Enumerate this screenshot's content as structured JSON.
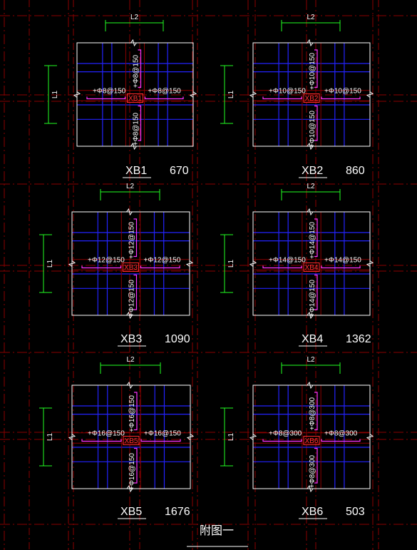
{
  "colors": {
    "background": "#000000",
    "grid_red": "#8b0000",
    "rebar_blue": "#2323ff",
    "outline_white": "#ffffff",
    "dimension_green": "#22ff22",
    "bracket_magenta": "#ff33ff",
    "tag_red": "#ff2a2a"
  },
  "dim_labels": {
    "width": "L2",
    "height": "L1"
  },
  "panels": [
    {
      "id": "XB1",
      "name": "XB1",
      "value": "670",
      "bar_top": "+Φ8@150",
      "bar_bottom": "+Φ8@150",
      "bar_left": "+Φ8@150",
      "bar_right": "+Φ8@150"
    },
    {
      "id": "XB2",
      "name": "XB2",
      "value": "860",
      "bar_top": "+Φ10@150",
      "bar_bottom": "+Φ10@150",
      "bar_left": "+Φ10@150",
      "bar_right": "+Φ10@150"
    },
    {
      "id": "XB3",
      "name": "XB3",
      "value": "1090",
      "bar_top": "+Φ12@150",
      "bar_bottom": "+Φ12@150",
      "bar_left": "+Φ12@150",
      "bar_right": "+Φ12@150"
    },
    {
      "id": "XB4",
      "name": "XB4",
      "value": "1362",
      "bar_top": "+Φ14@150",
      "bar_bottom": "+Φ14@150",
      "bar_left": "+Φ14@150",
      "bar_right": "+Φ14@150"
    },
    {
      "id": "XB5",
      "name": "XB5",
      "value": "1676",
      "bar_top": "+Φ16@150",
      "bar_bottom": "+Φ16@150",
      "bar_left": "+Φ16@150",
      "bar_right": "+Φ16@150"
    },
    {
      "id": "XB6",
      "name": "XB6",
      "value": "503",
      "bar_top": "+Φ8@300",
      "bar_bottom": "+Φ8@300",
      "bar_left": "+Φ8@300",
      "bar_right": "+Φ8@300"
    }
  ],
  "figure_caption": "附图一"
}
